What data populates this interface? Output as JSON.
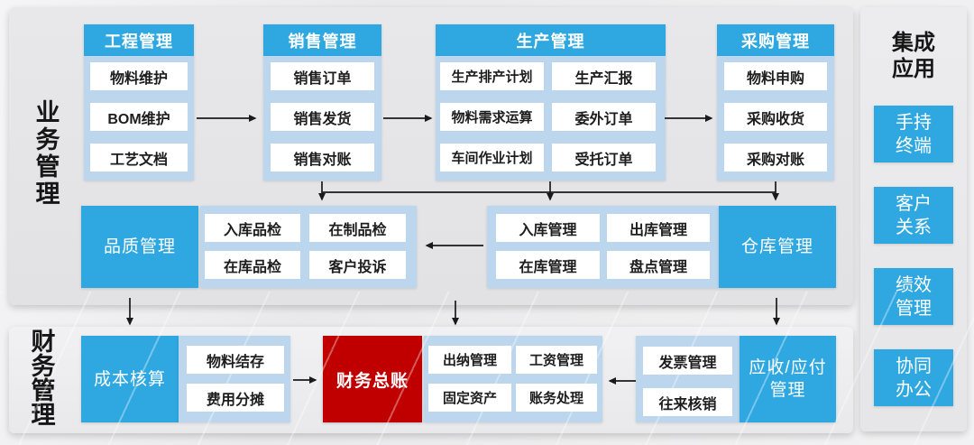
{
  "labels": {
    "business": "业务管理",
    "finance": "财务管理"
  },
  "top_columns": [
    {
      "header": "工程管理",
      "items": [
        "物料维护",
        "BOM维护",
        "工艺文档"
      ]
    },
    {
      "header": "销售管理",
      "items": [
        "销售订单",
        "销售发货",
        "销售对账"
      ]
    },
    {
      "header": "生产管理",
      "left_items": [
        "生产排产计划",
        "物料需求运算",
        "车间作业计划"
      ],
      "right_items": [
        "生产汇报",
        "委外订单",
        "受托订单"
      ]
    },
    {
      "header": "采购管理",
      "items": [
        "物料申购",
        "采购收货",
        "采购对账"
      ]
    }
  ],
  "middle_row": {
    "quality_box": "品质管理",
    "quality_items": [
      "入库品检",
      "在制品检",
      "在库品检",
      "客户投诉"
    ],
    "warehouse_items": [
      "入库管理",
      "出库管理",
      "在库管理",
      "盘点管理"
    ],
    "warehouse_box": "仓库管理"
  },
  "finance_row": {
    "cost_box": "成本核算",
    "cost_items": [
      "物料结存",
      "费用分摊"
    ],
    "ledger_box": "财务总账",
    "ledger_items": [
      "出纳管理",
      "工资管理",
      "固定资产",
      "账务处理"
    ],
    "invoice_items": [
      "发票管理",
      "往来核销"
    ],
    "receivable_box": "应收/应付\n管理"
  },
  "sidebar": {
    "title": "集成\n应用",
    "items": [
      "手持\n终端",
      "客户\n关系",
      "绩效\n管理",
      "协同\n办公"
    ]
  },
  "colors": {
    "blue": "#2FA8E1",
    "light_blue": "#BCD6EE",
    "red": "#C00000",
    "arrow": "#1a1a1a"
  }
}
